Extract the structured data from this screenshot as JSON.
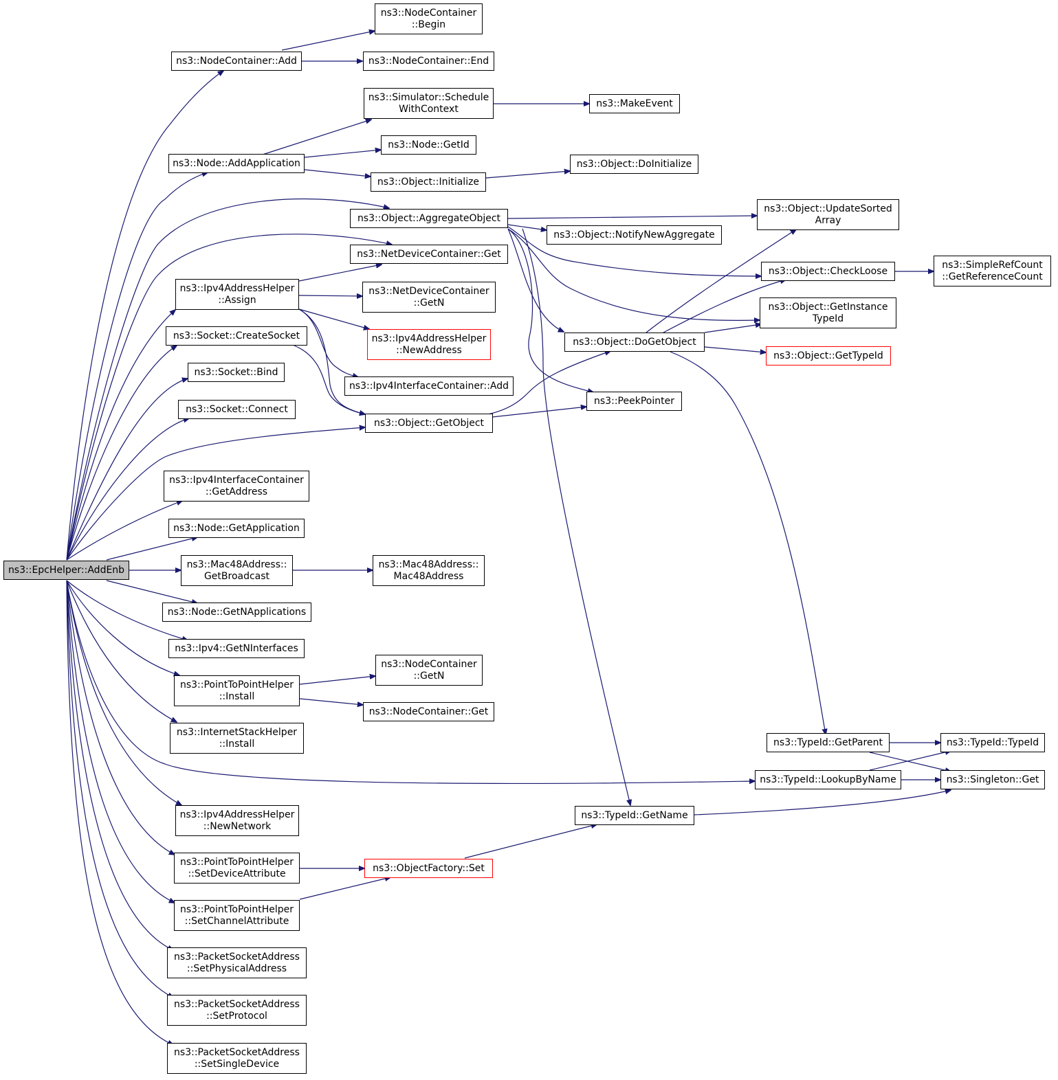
{
  "colors": {
    "edge": "#191970",
    "box_border": "#000000",
    "external_border": "#ff0000",
    "root_fill": "#bfbfbf"
  },
  "nodes": {
    "root": {
      "lines": [
        "ns3::EpcHelper::AddEnb"
      ]
    },
    "nc_begin": {
      "lines": [
        "ns3::NodeContainer",
        "::Begin"
      ]
    },
    "nc_add": {
      "lines": [
        "ns3::NodeContainer::Add"
      ]
    },
    "nc_end": {
      "lines": [
        "ns3::NodeContainer::End"
      ]
    },
    "sim_sched": {
      "lines": [
        "ns3::Simulator::Schedule",
        "WithContext"
      ]
    },
    "make_event": {
      "lines": [
        "ns3::MakeEvent"
      ]
    },
    "node_getid": {
      "lines": [
        "ns3::Node::GetId"
      ]
    },
    "node_addapp": {
      "lines": [
        "ns3::Node::AddApplication"
      ]
    },
    "obj_doinit": {
      "lines": [
        "ns3::Object::DoInitialize"
      ]
    },
    "obj_init": {
      "lines": [
        "ns3::Object::Initialize"
      ]
    },
    "obj_upd": {
      "lines": [
        "ns3::Object::UpdateSorted",
        "Array"
      ]
    },
    "obj_agg": {
      "lines": [
        "ns3::Object::AggregateObject"
      ]
    },
    "obj_notify": {
      "lines": [
        "ns3::Object::NotifyNewAggregate"
      ]
    },
    "ndc_get": {
      "lines": [
        "ns3::NetDeviceContainer::Get"
      ]
    },
    "obj_checkloose": {
      "lines": [
        "ns3::Object::CheckLoose"
      ]
    },
    "simpleref": {
      "lines": [
        "ns3::SimpleRefCount",
        "::GetReferenceCount"
      ]
    },
    "ipv4ah_assign": {
      "lines": [
        "ns3::Ipv4AddressHelper",
        "::Assign"
      ]
    },
    "ndc_getn": {
      "lines": [
        "ns3::NetDeviceContainer",
        "::GetN"
      ]
    },
    "obj_getinst": {
      "lines": [
        "ns3::Object::GetInstance",
        "TypeId"
      ]
    },
    "sock_create": {
      "lines": [
        "ns3::Socket::CreateSocket"
      ]
    },
    "ipv4ah_newaddr": {
      "lines": [
        "ns3::Ipv4AddressHelper",
        "::NewAddress"
      ]
    },
    "obj_dogetobj": {
      "lines": [
        "ns3::Object::DoGetObject"
      ]
    },
    "obj_gettypeid": {
      "lines": [
        "ns3::Object::GetTypeId"
      ]
    },
    "sock_bind": {
      "lines": [
        "ns3::Socket::Bind"
      ]
    },
    "ipv4ic_add": {
      "lines": [
        "ns3::Ipv4InterfaceContainer::Add"
      ]
    },
    "peek": {
      "lines": [
        "ns3::PeekPointer"
      ]
    },
    "sock_connect": {
      "lines": [
        "ns3::Socket::Connect"
      ]
    },
    "obj_getobj": {
      "lines": [
        "ns3::Object::GetObject"
      ]
    },
    "ipv4ic_getaddr": {
      "lines": [
        "ns3::Ipv4InterfaceContainer",
        "::GetAddress"
      ]
    },
    "node_getapp": {
      "lines": [
        "ns3::Node::GetApplication"
      ]
    },
    "mac48_bcast": {
      "lines": [
        "ns3::Mac48Address::",
        "GetBroadcast"
      ]
    },
    "mac48_ctor": {
      "lines": [
        "ns3::Mac48Address::",
        "Mac48Address"
      ]
    },
    "node_getnapps": {
      "lines": [
        "ns3::Node::GetNApplications"
      ]
    },
    "ipv4_getnif": {
      "lines": [
        "ns3::Ipv4::GetNInterfaces"
      ]
    },
    "nc_getn": {
      "lines": [
        "ns3::NodeContainer",
        "::GetN"
      ]
    },
    "p2p_install": {
      "lines": [
        "ns3::PointToPointHelper",
        "::Install"
      ]
    },
    "nc_get": {
      "lines": [
        "ns3::NodeContainer::Get"
      ]
    },
    "ish_install": {
      "lines": [
        "ns3::InternetStackHelper",
        "::Install"
      ]
    },
    "tid_getparent": {
      "lines": [
        "ns3::TypeId::GetParent"
      ]
    },
    "tid_ctor": {
      "lines": [
        "ns3::TypeId::TypeId"
      ]
    },
    "tid_lookup": {
      "lines": [
        "ns3::TypeId::LookupByName"
      ]
    },
    "singleton_get": {
      "lines": [
        "ns3::Singleton::Get"
      ]
    },
    "ipv4ah_newnet": {
      "lines": [
        "ns3::Ipv4AddressHelper",
        "::NewNetwork"
      ]
    },
    "tid_getname": {
      "lines": [
        "ns3::TypeId::GetName"
      ]
    },
    "p2p_setdev": {
      "lines": [
        "ns3::PointToPointHelper",
        "::SetDeviceAttribute"
      ]
    },
    "objfac_set": {
      "lines": [
        "ns3::ObjectFactory::Set"
      ]
    },
    "p2p_setchan": {
      "lines": [
        "ns3::PointToPointHelper",
        "::SetChannelAttribute"
      ]
    },
    "psa_setphys": {
      "lines": [
        "ns3::PacketSocketAddress",
        "::SetPhysicalAddress"
      ]
    },
    "psa_setproto": {
      "lines": [
        "ns3::PacketSocketAddress",
        "::SetProtocol"
      ]
    },
    "psa_setsingle": {
      "lines": [
        "ns3::PacketSocketAddress",
        "::SetSingleDevice"
      ]
    }
  }
}
